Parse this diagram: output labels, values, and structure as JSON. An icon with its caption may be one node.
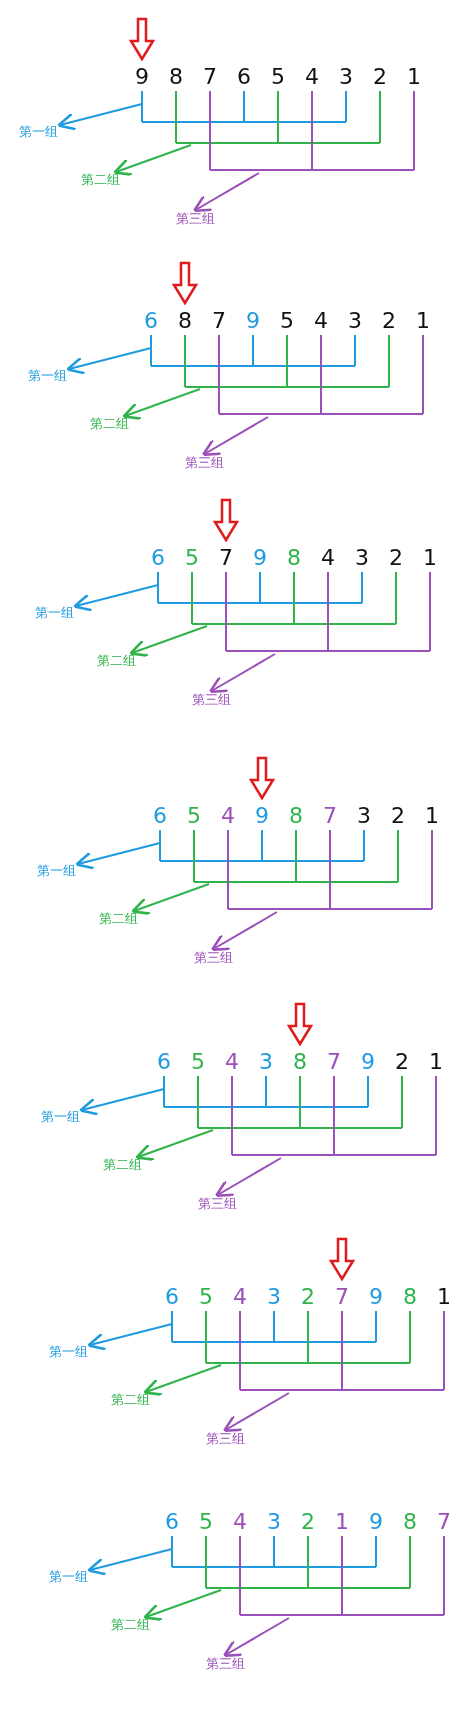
{
  "diagram": {
    "nodes": [
      {
        "text": [
          "第一组"
        ]
      },
      {
        "text": [
          "第二组"
        ]
      },
      {
        "text": [
          "第三组"
        ]
      },
      {
        "text": [
          "第一组"
        ]
      },
      {
        "text": [
          "第二组"
        ]
      },
      {
        "text": [
          "第三组"
        ]
      },
      {
        "text": [
          "第一组"
        ]
      },
      {
        "text": [
          "第二组"
        ]
      },
      {
        "text": [
          "第三组"
        ]
      },
      {
        "text": [
          "第一组"
        ]
      },
      {
        "text": [
          "第二组"
        ]
      },
      {
        "text": [
          "第三组"
        ]
      },
      {
        "text": [
          "第一组"
        ]
      },
      {
        "text": [
          "第二组"
        ]
      },
      {
        "text": [
          "第三组"
        ]
      },
      {
        "text": [
          "第一组"
        ]
      },
      {
        "text": [
          "第二组"
        ]
      },
      {
        "text": [
          "第三组"
        ]
      },
      {
        "text": [
          "第一组"
        ]
      },
      {
        "text": [
          "第二组"
        ]
      },
      {
        "text": [
          "第三组"
        ]
      }
    ],
    "edges": [
      {
        "from": null,
        "to": 0,
        "arrow": "to",
        "color": "#1e9be0"
      },
      {
        "from": null,
        "to": 1,
        "arrow": "to",
        "color": "#2fb34a"
      },
      {
        "from": null,
        "to": 2,
        "arrow": "to",
        "color": "#9b4fb8"
      },
      {
        "from": null,
        "to": 3,
        "arrow": "to",
        "color": "#1e9be0"
      },
      {
        "from": null,
        "to": 4,
        "arrow": "to",
        "color": "#2fb34a"
      },
      {
        "from": null,
        "to": 5,
        "arrow": "to",
        "color": "#9b4fb8"
      },
      {
        "from": null,
        "to": 6,
        "arrow": "to",
        "color": "#1e9be0"
      },
      {
        "from": null,
        "to": 7,
        "arrow": "to",
        "color": "#2fb34a"
      },
      {
        "from": null,
        "to": 8,
        "arrow": "to",
        "color": "#9b4fb8"
      },
      {
        "from": null,
        "to": 9,
        "arrow": "to",
        "color": "#1e9be0"
      },
      {
        "from": null,
        "to": 10,
        "arrow": "to",
        "color": "#2fb34a"
      },
      {
        "from": null,
        "to": 11,
        "arrow": "to",
        "color": "#9b4fb8"
      },
      {
        "from": null,
        "to": 12,
        "arrow": "to",
        "color": "#1e9be0"
      },
      {
        "from": null,
        "to": 13,
        "arrow": "to",
        "color": "#2fb34a"
      },
      {
        "from": null,
        "to": 14,
        "arrow": "to",
        "color": "#9b4fb8"
      },
      {
        "from": null,
        "to": 15,
        "arrow": "to",
        "color": "#1e9be0"
      },
      {
        "from": null,
        "to": 16,
        "arrow": "to",
        "color": "#2fb34a"
      },
      {
        "from": null,
        "to": 17,
        "arrow": "to",
        "color": "#9b4fb8"
      },
      {
        "from": null,
        "to": 18,
        "arrow": "to",
        "color": "#1e9be0"
      },
      {
        "from": null,
        "to": 19,
        "arrow": "to",
        "color": "#2fb34a"
      },
      {
        "from": null,
        "to": 20,
        "arrow": "to",
        "color": "#9b4fb8"
      }
    ],
    "labels": [
      "9",
      "8",
      "7",
      "6",
      "5",
      "4",
      "3",
      "2",
      "1",
      "6",
      "8",
      "7",
      "9",
      "5",
      "4",
      "3",
      "2",
      "1",
      "6",
      "5",
      "7",
      "9",
      "8",
      "4",
      "3",
      "2",
      "1",
      "6",
      "5",
      "4",
      "9",
      "8",
      "7",
      "3",
      "2",
      "1",
      "6",
      "5",
      "4",
      "3",
      "8",
      "7",
      "9",
      "2",
      "1",
      "6",
      "5",
      "4",
      "3",
      "2",
      "7",
      "9",
      "8",
      "1",
      "6",
      "5",
      "4",
      "3",
      "2",
      "1",
      "9",
      "8",
      "7"
    ]
  }
}
